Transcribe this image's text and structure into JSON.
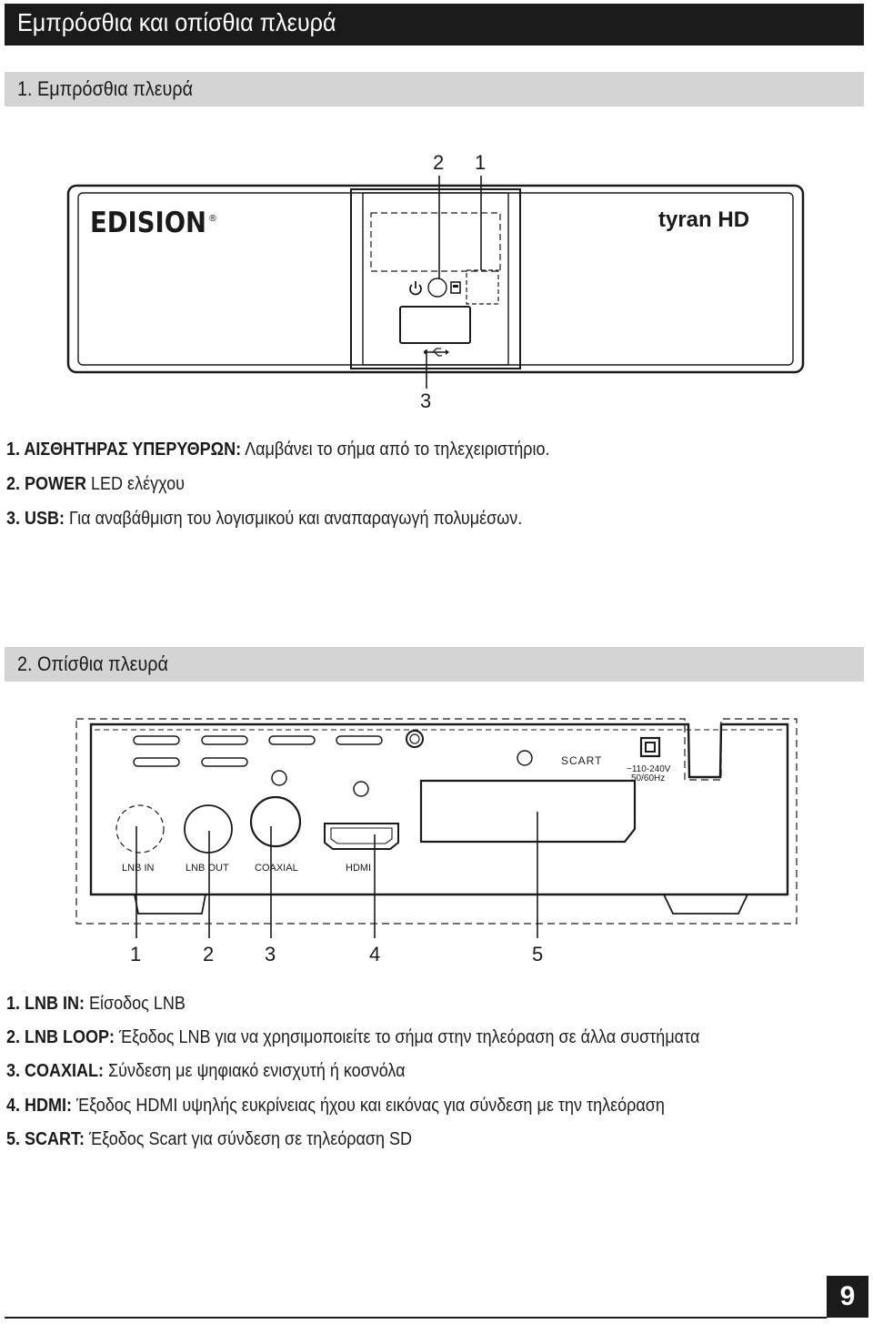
{
  "title": "Εμπρόσθια και οπίσθια πλευρά",
  "front": {
    "heading": "1. Εμπρόσθια πλευρά",
    "brand": "EDISION",
    "registered": "®",
    "model": "tyran HD",
    "callouts": [
      "2",
      "1",
      "3"
    ],
    "items": [
      {
        "num": "1.",
        "label": "ΑΙΣΘΗΤΗΡΑΣ ΥΠΕΡΥΘΡΩΝ:",
        "text": "Λαμβάνει το σήμα από το τηλεχειριστήριο."
      },
      {
        "num": "2.",
        "label": "POWER",
        "text": "LED ελέγχου"
      },
      {
        "num": "3.",
        "label": "USB:",
        "text": "Για αναβάθμιση του λογισμικού και αναπαραγωγή πολυμέσων."
      }
    ]
  },
  "rear": {
    "heading": "2. Οπίσθια πλευρά",
    "port_labels": {
      "lnb_in": "LNB IN",
      "lnb_out": "LNB OUT",
      "coaxial": "COAXIAL",
      "hdmi": "HDMI",
      "scart": "SCART",
      "power_voltage": "~110-240V",
      "power_freq": "50/60Hz"
    },
    "callouts": [
      "1",
      "2",
      "3",
      "4",
      "5"
    ],
    "items": [
      {
        "num": "1.",
        "label": "LNB IN:",
        "text": "Είσοδος LNB"
      },
      {
        "num": "2.",
        "label": "LNB LOOP:",
        "text": "Έξοδος LNB για να χρησιμοποιείτε το σήμα στην τηλεόραση σε άλλα συστήματα"
      },
      {
        "num": "3.",
        "label": "COAXIAL:",
        "text": "Σύνδεση με ψηφιακό ενισχυτή ή κοσνόλα"
      },
      {
        "num": "4.",
        "label": "HDMI:",
        "text": "Έξοδος HDMI υψηλής ευκρίνειας ήχου και εικόνας για σύνδεση με την τηλεόραση"
      },
      {
        "num": "5.",
        "label": "SCART:",
        "text": "Έξοδος Scart  για σύνδεση σε τηλεόραση SD"
      }
    ]
  },
  "page_number": "9"
}
